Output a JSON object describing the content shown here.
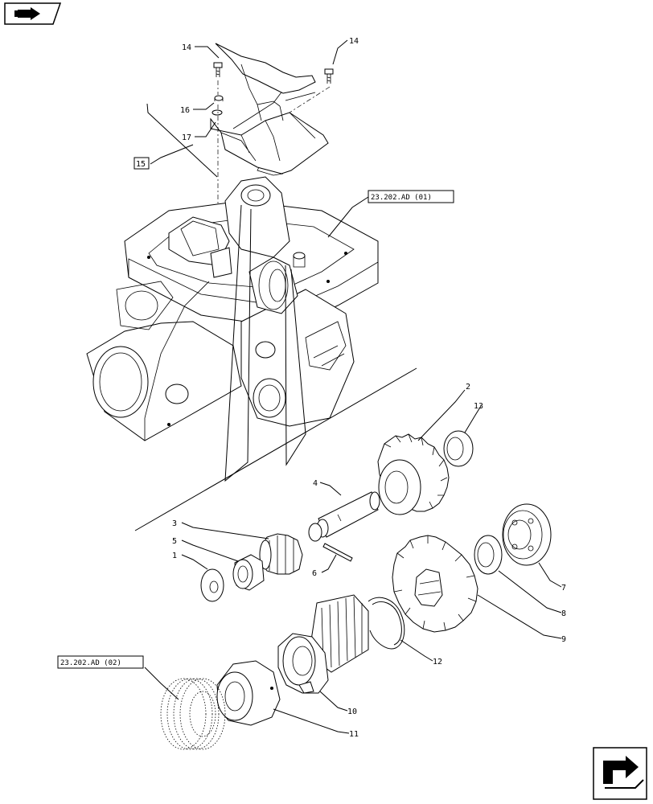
{
  "callouts": {
    "c14a": "14",
    "c14b": "14",
    "c16": "16",
    "c17": "17",
    "c15": "15",
    "c2": "2",
    "c13": "13",
    "c4": "4",
    "c3": "3",
    "c5": "5",
    "c1": "1",
    "c6": "6",
    "c7": "7",
    "c8": "8",
    "c9": "9",
    "c12": "12",
    "c10": "10",
    "c11": "11"
  },
  "refs": {
    "ref_top": "23.202.AD (01)",
    "ref_bottom": "23.202.AD (02)"
  },
  "icons": {
    "top_left": "forward-arrow-icon",
    "bottom_right": "return-arrow-icon"
  }
}
